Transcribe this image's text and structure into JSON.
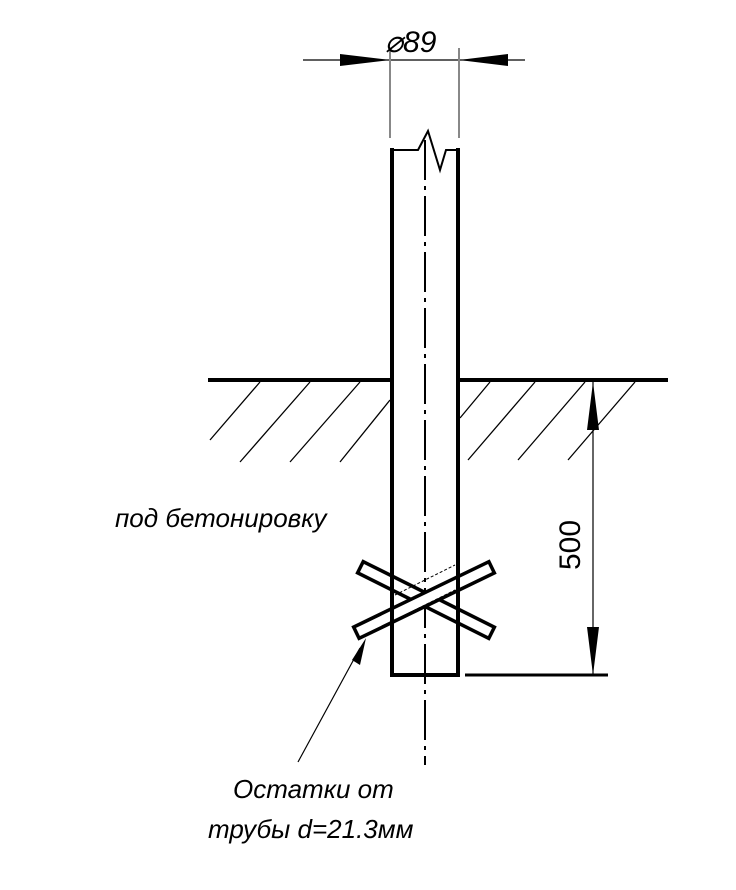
{
  "dimensions": {
    "diameter": "⌀89",
    "depth": "500"
  },
  "labels": {
    "concrete": "под бетонировку",
    "remnants_line1": "Остатки от",
    "remnants_line2": "трубы d=21.3мм"
  }
}
